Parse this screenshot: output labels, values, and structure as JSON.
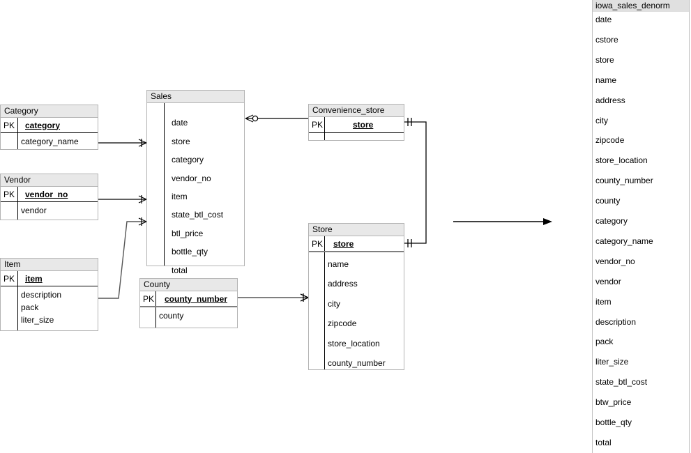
{
  "diagram": {
    "title": "Iowa liquor sales ER diagram",
    "entities": [
      {
        "id": "category",
        "name": "Category",
        "pk_label": "PK",
        "pk_field": "category",
        "attributes": [
          "category_name"
        ]
      },
      {
        "id": "vendor",
        "name": "Vendor",
        "pk_label": "PK",
        "pk_field": "vendor_no",
        "attributes": [
          "vendor"
        ]
      },
      {
        "id": "item",
        "name": "Item",
        "pk_label": "PK",
        "pk_field": "item",
        "attributes": [
          "description",
          "pack",
          "liter_size"
        ]
      },
      {
        "id": "sales",
        "name": "Sales",
        "pk_label": "",
        "pk_field": "",
        "attributes": [
          "date",
          "store",
          "category",
          "vendor_no",
          "item",
          "state_btl_cost",
          "btl_price",
          "bottle_qty",
          "total"
        ]
      },
      {
        "id": "county",
        "name": "County",
        "pk_label": "PK",
        "pk_field": "county_number",
        "attributes": [
          "county"
        ]
      },
      {
        "id": "convenience_store",
        "name": "Convenience_store",
        "pk_label": "PK",
        "pk_field": "store",
        "attributes": []
      },
      {
        "id": "store",
        "name": "Store",
        "pk_label": "PK",
        "pk_field": "store",
        "attributes": [
          "name",
          "address",
          "city",
          "zipcode",
          "store_location",
          "county_number"
        ]
      }
    ],
    "relationships": [
      {
        "id": "category-sales",
        "from": "Category",
        "to": "Sales",
        "from_marker": "line",
        "to_marker": "crowsfoot-one"
      },
      {
        "id": "vendor-sales",
        "from": "Vendor",
        "to": "Sales",
        "from_marker": "line",
        "to_marker": "crowsfoot-one"
      },
      {
        "id": "item-sales",
        "from": "Item",
        "to": "Sales",
        "from_marker": "line",
        "to_marker": "crowsfoot-one"
      },
      {
        "id": "sales-convenience_store",
        "from": "Sales",
        "to": "Convenience_store",
        "from_marker": "crowsfoot-zero",
        "to_marker": "line"
      },
      {
        "id": "county-store",
        "from": "County",
        "to": "Store",
        "from_marker": "line",
        "to_marker": "crowsfoot-one"
      },
      {
        "id": "convenience_store-store",
        "from": "Convenience_store",
        "to": "Store",
        "from_marker": "one-one",
        "to_marker": "one-one"
      },
      {
        "id": "flow-arrow",
        "from": "model",
        "to": "denorm",
        "from_marker": "line",
        "to_marker": "arrow"
      }
    ]
  },
  "denorm": {
    "title": "iowa_sales_denorm",
    "columns": [
      "date",
      "cstore",
      "store",
      "name",
      "address",
      "city",
      "zipcode",
      "store_location",
      "county_number",
      "county",
      "category",
      "category_name",
      "vendor_no",
      "vendor",
      "item",
      "description",
      "pack",
      "liter_size",
      "state_btl_cost",
      "btw_price",
      "bottle_qty",
      "total"
    ]
  },
  "colors": {
    "header_fill": "#e8e8e8",
    "denorm_header_fill": "#e0e0e0",
    "entity_border": "#b3b3b3",
    "line": "#000000",
    "pk_thick_sep": "#7f7f7f",
    "background": "#ffffff"
  }
}
